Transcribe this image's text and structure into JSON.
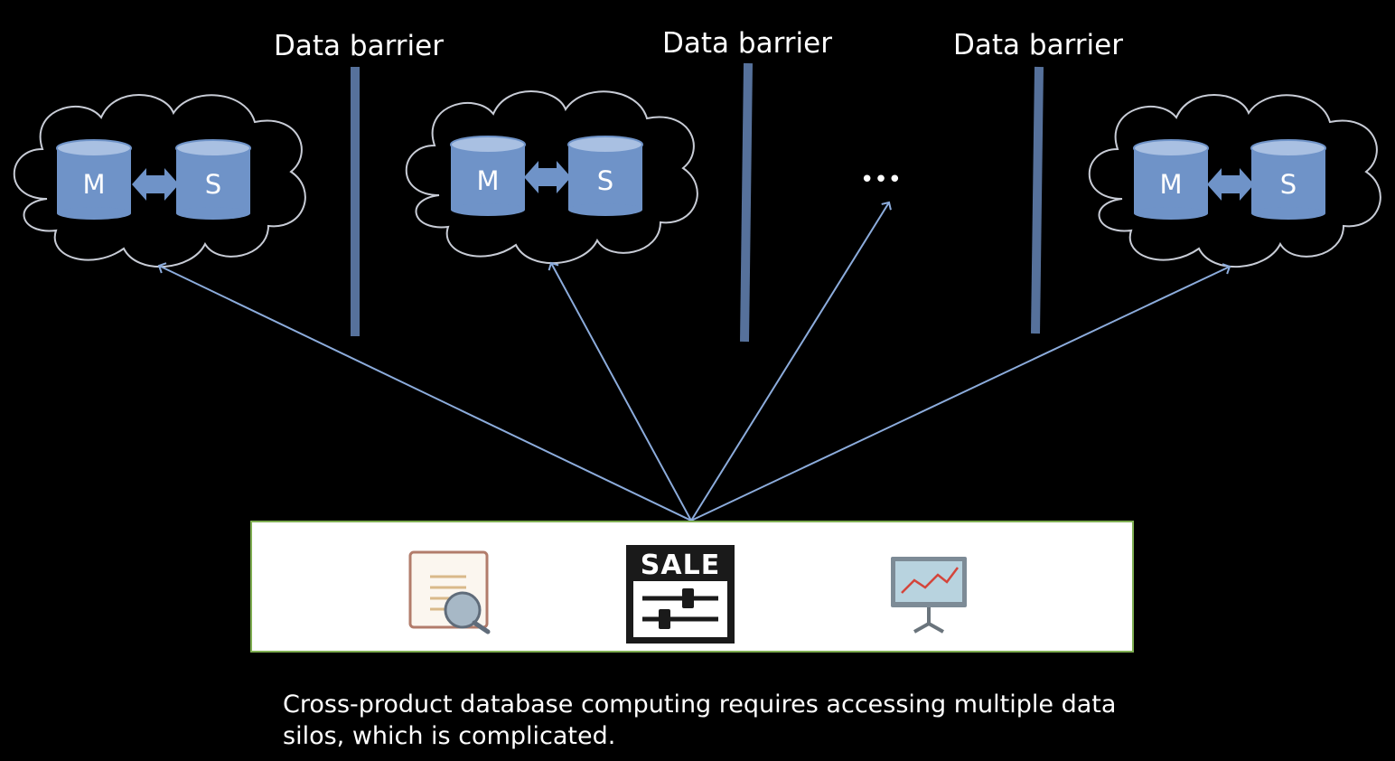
{
  "barriers": [
    {
      "label": "Data barrier"
    },
    {
      "label": "Data barrier"
    },
    {
      "label": "Data barrier"
    }
  ],
  "clusters": [
    {
      "master": "M",
      "slave": "S"
    },
    {
      "master": "M",
      "slave": "S"
    },
    {
      "master": "M",
      "slave": "S"
    }
  ],
  "ellipsis": "•••",
  "app_panel": {
    "sale_label": "SALE",
    "icons": [
      "report-search-icon",
      "sale-settings-icon",
      "presentation-chart-icon"
    ]
  },
  "caption": "Cross-product database computing requires accessing multiple data silos, which is complicated.",
  "colors": {
    "background": "#000000",
    "db_fill": "#6f93c8",
    "db_top": "#a9c0e2",
    "barrier": "#56719b",
    "arrow": "#8cacdc",
    "panel_border": "#7fae52"
  }
}
